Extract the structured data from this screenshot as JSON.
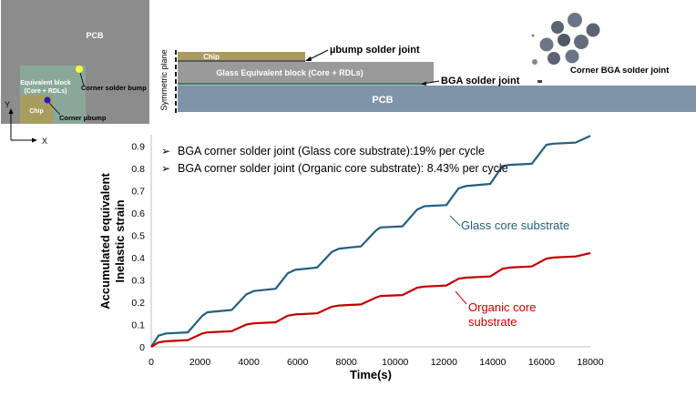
{
  "top_view": {
    "pcb_label": "PCB",
    "block_label_line1": "Equivalent block",
    "block_label_line2": "(Core + RDLs)",
    "chip_label": "Chip",
    "corner_bump_label": "Corner solder bump",
    "corner_ubump_label": "Corner µbump",
    "axis_y": "Y",
    "axis_x": "X"
  },
  "side_view": {
    "symmetric_label": "Symmetric plane",
    "chip_label": "Chip",
    "glass_block_label": "Glass Equivalent block (Core + RDLs)",
    "pcb_label": "PCB",
    "ubump_joint_label": "µbump solder joint",
    "bga_joint_label": "BGA solder joint",
    "corner_bga_label": "Corner BGA solder joint"
  },
  "colors": {
    "glass": "#22607d",
    "organic": "#c00000",
    "pcb_gray": "#8c8c8c",
    "block_green": "#8aa89a",
    "chip_olive": "#a89c5f",
    "axis": "#bfbfbf"
  },
  "chart_data": {
    "type": "line",
    "xlabel": "Time(s)",
    "ylabel_line1": "Accumulated equivalent",
    "ylabel_line2": "Inelastic strain",
    "xlim": [
      0,
      18000
    ],
    "ylim": [
      0,
      0.95
    ],
    "x_ticks": [
      "0",
      "2000",
      "4000",
      "6000",
      "8000",
      "10000",
      "12000",
      "14000",
      "16000",
      "18000"
    ],
    "y_ticks": [
      "0",
      "0.1",
      "0.2",
      "0.3",
      "0.4",
      "0.5",
      "0.6",
      "0.7",
      "0.8",
      "0.9"
    ],
    "legend_notes": [
      "BGA corner solder joint (Glass core substrate):19% per cycle",
      "BGA corner solder joint (Organic core substrate): 8.43% per cycle"
    ],
    "series": [
      {
        "name": "Glass core substrate",
        "color": "#22607d",
        "x": [
          0,
          300,
          600,
          1500,
          2100,
          2300,
          3300,
          3900,
          4200,
          5100,
          5600,
          5900,
          6800,
          7400,
          7700,
          8600,
          9200,
          9400,
          10300,
          10900,
          11200,
          12100,
          12600,
          12900,
          13900,
          14400,
          14700,
          15600,
          16200,
          16500,
          17400,
          18000
        ],
        "y": [
          0,
          0.05,
          0.06,
          0.065,
          0.14,
          0.155,
          0.165,
          0.235,
          0.25,
          0.26,
          0.33,
          0.345,
          0.355,
          0.425,
          0.44,
          0.45,
          0.52,
          0.535,
          0.54,
          0.615,
          0.63,
          0.635,
          0.71,
          0.72,
          0.73,
          0.81,
          0.815,
          0.82,
          0.905,
          0.91,
          0.915,
          0.945
        ]
      },
      {
        "name": "Organic core substrate",
        "color": "#c00000",
        "x": [
          0,
          300,
          600,
          1500,
          2100,
          2300,
          3300,
          3900,
          4200,
          5100,
          5600,
          5900,
          6800,
          7400,
          7700,
          8600,
          9200,
          9400,
          10300,
          10900,
          11200,
          12100,
          12600,
          12900,
          13900,
          14400,
          14700,
          15600,
          16200,
          16500,
          17400,
          18000
        ],
        "y": [
          0,
          0.02,
          0.025,
          0.03,
          0.06,
          0.065,
          0.07,
          0.1,
          0.105,
          0.11,
          0.14,
          0.145,
          0.15,
          0.18,
          0.185,
          0.19,
          0.22,
          0.228,
          0.232,
          0.265,
          0.27,
          0.275,
          0.305,
          0.31,
          0.315,
          0.35,
          0.355,
          0.36,
          0.395,
          0.4,
          0.405,
          0.42
        ]
      }
    ],
    "annotations": [
      {
        "text": "Glass core substrate",
        "color": "#22607d"
      },
      {
        "text": "Organic core",
        "color": "#c00000"
      },
      {
        "text": "substrate",
        "color": "#c00000"
      }
    ]
  }
}
